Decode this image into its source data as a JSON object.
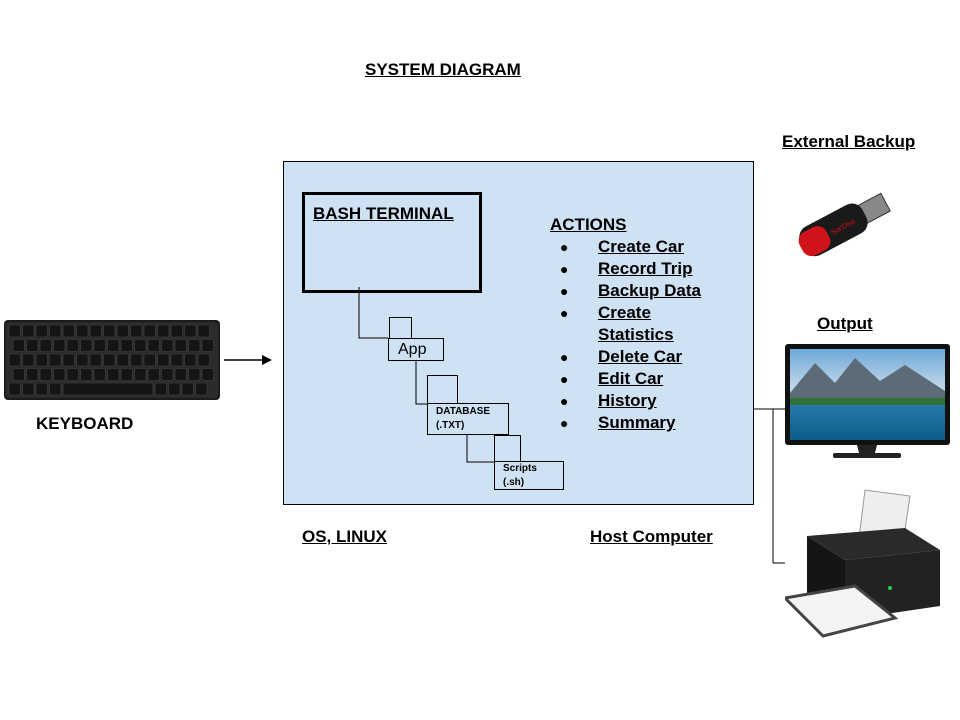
{
  "diagram": {
    "title": "SYSTEM DIAGRAM",
    "bash_terminal": "BASH TERMINAL",
    "app": "App",
    "database": [
      "DATABASE",
      "(.TXT)"
    ],
    "scripts": [
      "Scripts",
      "(.sh)"
    ],
    "actions_title": "ACTIONS",
    "actions": [
      "Create Car",
      "Record Trip",
      "Backup Data",
      "Create Statistics",
      "Delete Car",
      "Edit Car",
      "History",
      "Summary"
    ],
    "bullet": "●",
    "keyboard": "KEYBOARD",
    "os": "OS, LINUX",
    "host": "Host Computer",
    "external_backup": "External Backup",
    "usb_brand": "SanDisk",
    "output": "Output"
  },
  "colors": {
    "host_fill": "#cfe2f3",
    "usb_red": "#d0121b",
    "usb_body": "#1a1a1a"
  }
}
